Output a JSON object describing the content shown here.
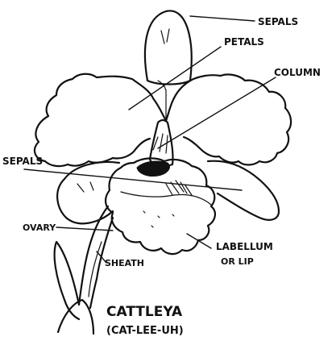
{
  "labels": {
    "sepals_top": "SEPALS",
    "petals": "PETALS",
    "column": "COLUMN",
    "sepals_left": "SEPALS",
    "ovary": "OVARY",
    "sheath": "SHEATH",
    "labellum_line1": "LABELLUM",
    "labellum_line2": "OR LIP",
    "title": "CATTLEYA",
    "pronunciation": "(CAT-LEE-UH)"
  },
  "colors": {
    "ink": "#111111",
    "background": "#ffffff"
  }
}
